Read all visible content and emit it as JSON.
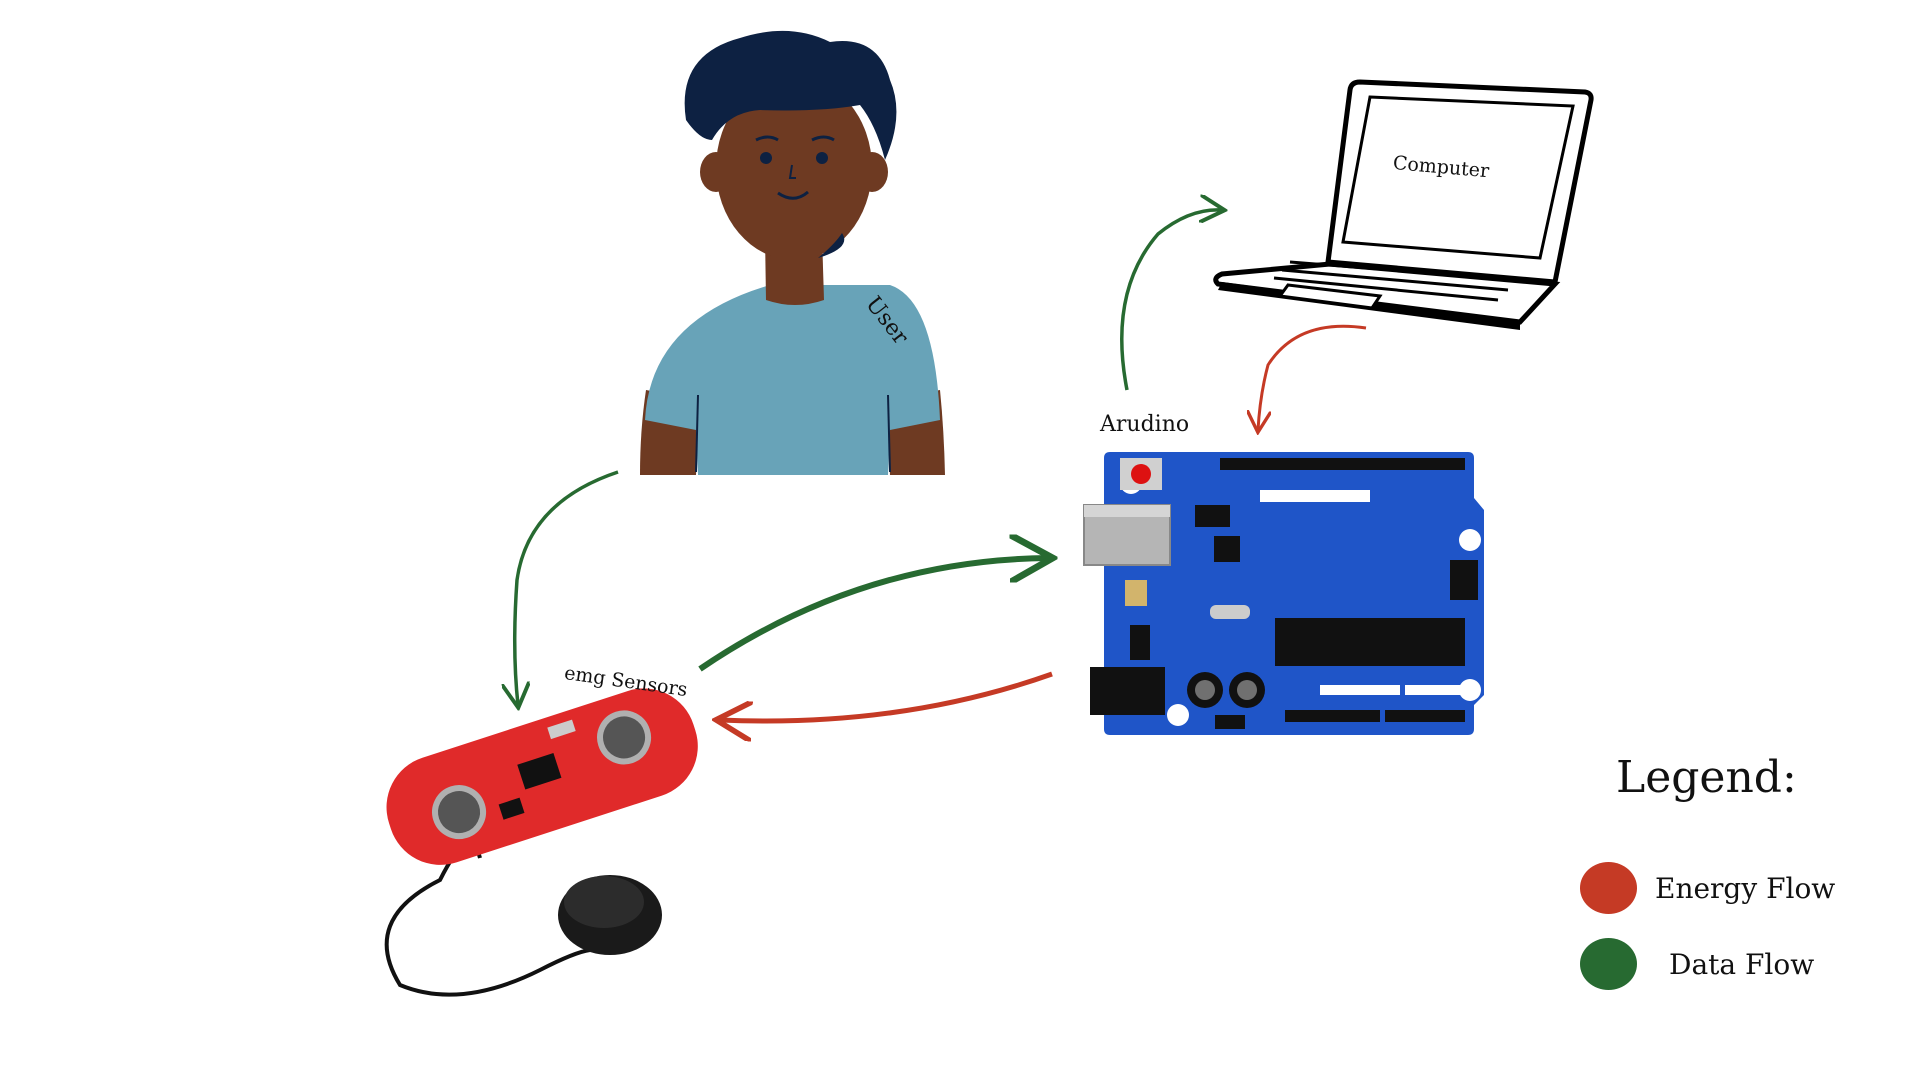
{
  "labels": {
    "user": "User",
    "computer": "Computer",
    "arduino": "Arudino",
    "emg": "emg Sensors"
  },
  "legend": {
    "title": "Legend:",
    "items": [
      {
        "label": "Energy Flow",
        "color": "#c53a25"
      },
      {
        "label": "Data Flow",
        "color": "#276a31"
      }
    ]
  },
  "colors": {
    "energy_flow": "#c53a25",
    "data_flow": "#276a31",
    "arduino_board": "#1f55c8",
    "emg_board": "#e02a2a",
    "shirt": "#68a3b8",
    "skin": "#6e3a22",
    "hair": "#0d2142"
  },
  "arrows": [
    {
      "from": "user",
      "to": "emg Sensors",
      "type": "data"
    },
    {
      "from": "emg Sensors",
      "to": "Arudino",
      "type": "data"
    },
    {
      "from": "Arudino",
      "to": "emg Sensors",
      "type": "energy"
    },
    {
      "from": "Arudino",
      "to": "Computer",
      "type": "data"
    },
    {
      "from": "Computer",
      "to": "Arudino",
      "type": "energy"
    }
  ]
}
